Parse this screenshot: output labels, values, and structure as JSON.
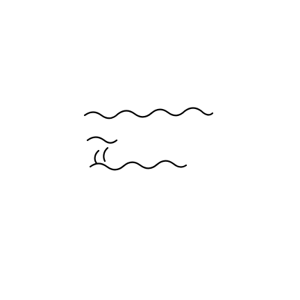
{
  "drawing": {
    "ink_color": "#000000",
    "background_color": "#ffffff",
    "marks": [
      {
        "kind": "tilde-stroke",
        "count": 4
      },
      {
        "kind": "tilde-stroke",
        "count": 1
      },
      {
        "kind": "parenthesis-stroke",
        "count": 2
      },
      {
        "kind": "tilde-stroke",
        "count": 3
      }
    ]
  }
}
